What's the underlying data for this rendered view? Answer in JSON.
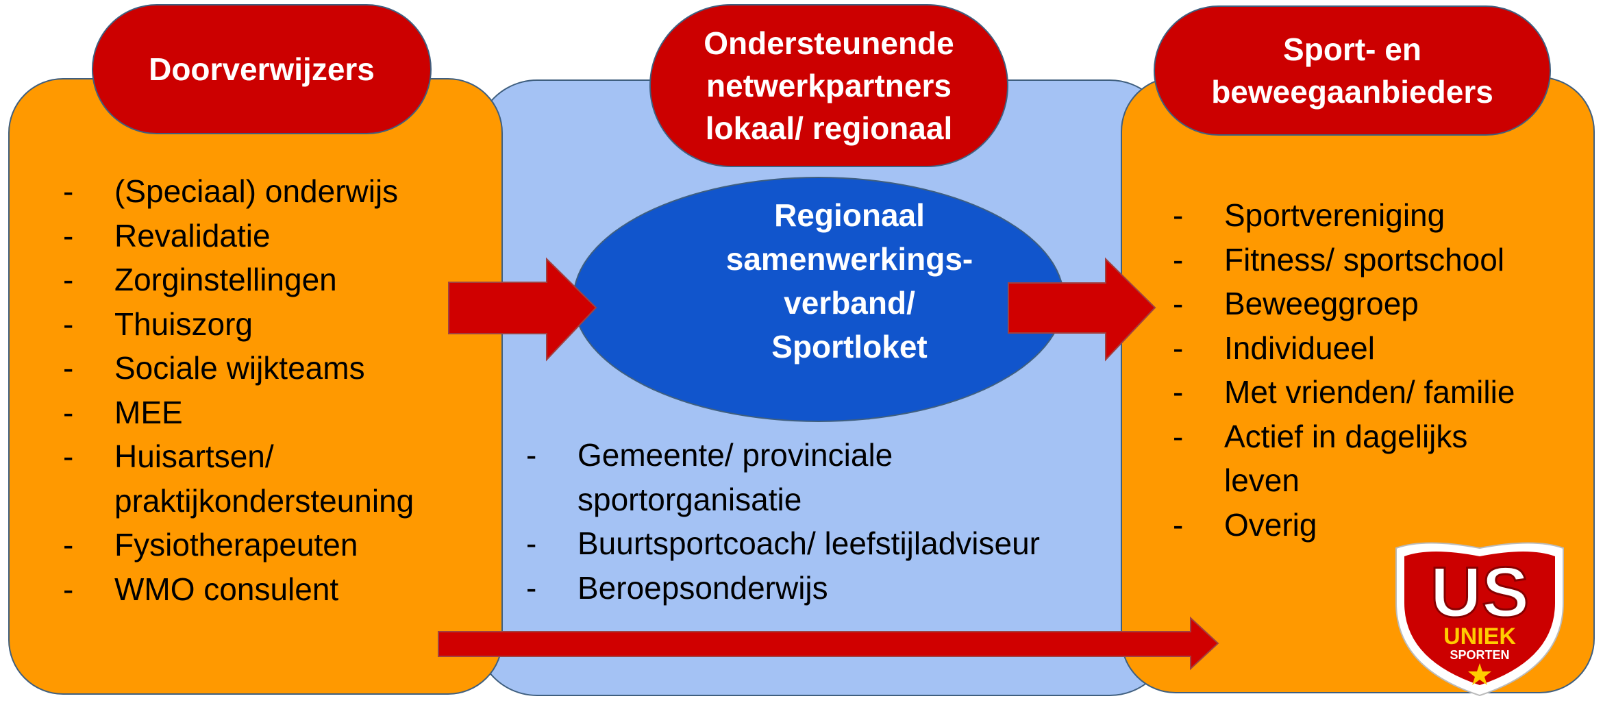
{
  "columns": {
    "left": {
      "title_lines": [
        "Doorverwijzers"
      ],
      "items": [
        [
          "(Speciaal) onderwijs"
        ],
        [
          "Revalidatie"
        ],
        [
          "Zorginstellingen"
        ],
        [
          "Thuiszorg"
        ],
        [
          "Sociale wijkteams"
        ],
        [
          "MEE"
        ],
        [
          "Huisartsen/",
          "praktijkondersteuning"
        ],
        [
          "Fysiotherapeuten"
        ],
        [
          "WMO consulent"
        ]
      ]
    },
    "middle": {
      "title_lines": [
        "Ondersteunende",
        "netwerkpartners",
        "lokaal/ regionaal"
      ],
      "center_lines": [
        "Regionaal",
        "samenwerkings-",
        "verband/",
        "Sportloket"
      ],
      "items": [
        [
          "Gemeente/ provinciale",
          "sportorganisatie"
        ],
        [
          "Buurtsportcoach/ leefstijladviseur"
        ],
        [
          "Beroepsonderwijs"
        ]
      ]
    },
    "right": {
      "title_lines": [
        "Sport- en",
        "beweegaanbieders"
      ],
      "items": [
        [
          "Sportvereniging"
        ],
        [
          "Fitness/ sportschool"
        ],
        [
          "Beweeggroep"
        ],
        [
          "Individueel"
        ],
        [
          "Met vrienden/ familie"
        ],
        [
          "Actief in dagelijks",
          "leven"
        ],
        [
          "Overig"
        ]
      ]
    }
  },
  "bullet": "-",
  "logo": {
    "big_text": "US",
    "line1": "UNIEK",
    "line2": "SPORTEN"
  },
  "colors": {
    "orange": "#ff9900",
    "light_blue": "#a4c2f4",
    "dark_blue": "#1155cc",
    "red": "#cc0000",
    "arrow_red": "#d00000",
    "logo_yellow": "#ffcc00"
  }
}
